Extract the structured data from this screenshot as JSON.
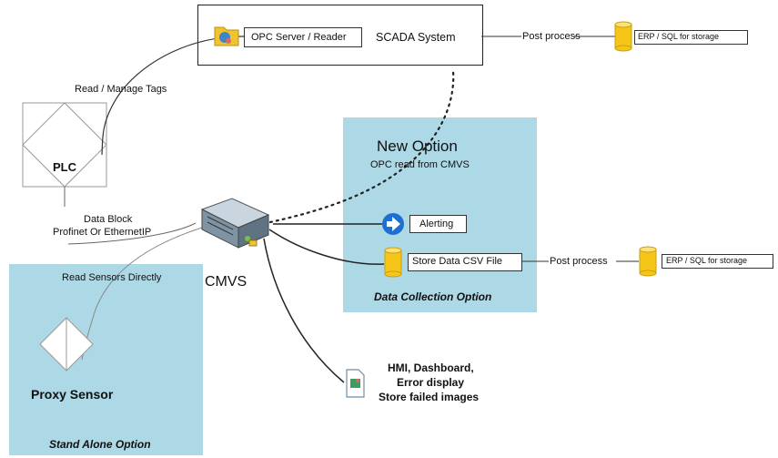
{
  "scada": {
    "title": "SCADA System",
    "opc_label": "OPC Server / Reader",
    "post_process": "Post process",
    "storage_label": "ERP / SQL for storage"
  },
  "plc": {
    "label": "PLC",
    "tags_label": "Read / Manage Tags",
    "link_label_1": "Data Block",
    "link_label_2": "Profinet Or EthernetIP"
  },
  "cmvs": {
    "label": "CMVS"
  },
  "data_collection": {
    "heading": "New Option",
    "subheading": "OPC read from CMVS",
    "alerting": "Alerting",
    "store_csv": "Store Data CSV File",
    "post_process": "Post process",
    "storage_label": "ERP / SQL for storage",
    "caption": "Data Collection Option"
  },
  "standalone": {
    "read_sensors": "Read Sensors Directly",
    "sensor_label": "Proxy Sensor",
    "caption": "Stand Alone Option"
  },
  "hmi": {
    "line1": "HMI, Dashboard,",
    "line2": "Error display",
    "line3": "Store failed images"
  },
  "colors": {
    "panel": "#add8e6",
    "database": "#f5c518",
    "alert_arrow": "#1f6fd0"
  },
  "icons": [
    "folder-globe-icon",
    "database-icon",
    "server-icon",
    "arrow-right-circle-icon",
    "image-file-icon",
    "plc-diamond-icon",
    "sensor-diamond-icon"
  ]
}
